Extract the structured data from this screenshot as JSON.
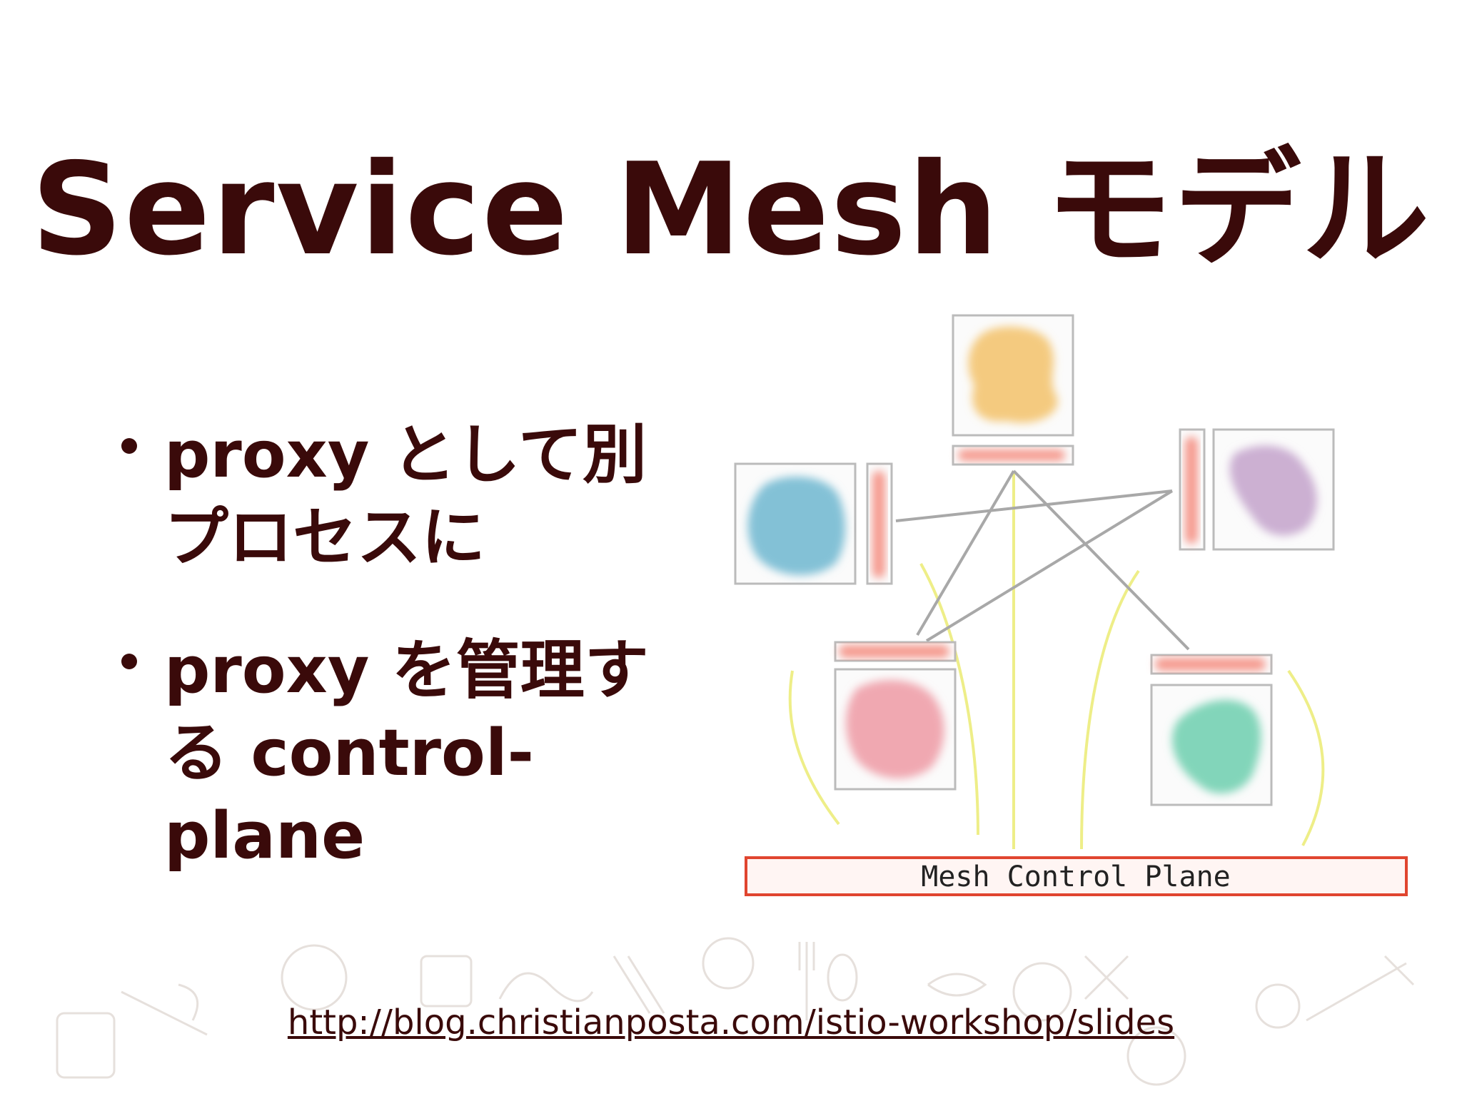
{
  "slide": {
    "title": "Service Mesh モデル",
    "bullets": [
      {
        "lines": [
          "proxy として別",
          "プロセスに"
        ]
      },
      {
        "lines": [
          "proxy を管理す",
          "る control-",
          "plane"
        ]
      }
    ],
    "diagram": {
      "control_plane_label": "Mesh Control Plane",
      "colors": {
        "service_top": "#f3c26a",
        "service_left": "#6fb7d0",
        "service_right": "#c3a2cb",
        "service_bottom_left": "#ef9aa5",
        "service_bottom_right": "#6ccfae",
        "proxy": "#f4877a",
        "box_border": "#bbbbbb",
        "mesh_line": "#a8a8a8",
        "control_line": "#eeee88",
        "control_plane_border": "#e0452f"
      }
    },
    "source_url": "http://blog.christianposta.com/istio-workshop/slides"
  }
}
